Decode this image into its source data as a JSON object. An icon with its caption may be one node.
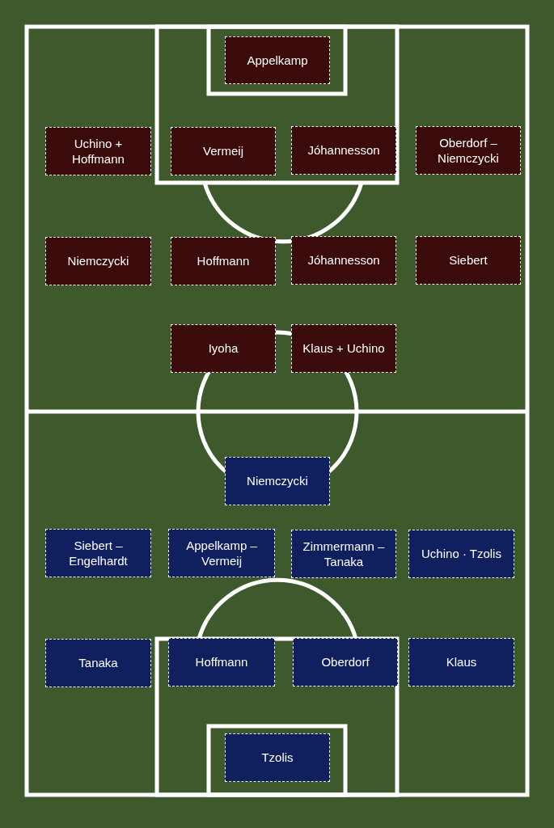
{
  "diagram": {
    "nodes": [
      {
        "text": [
          "Appelkamp"
        ]
      },
      {
        "text": [
          "Uchino + Hoffmann"
        ]
      },
      {
        "text": [
          "Vermeij"
        ]
      },
      {
        "text": [
          "Jóhannesson"
        ]
      },
      {
        "text": [
          "Oberdorf – Niemczycki"
        ]
      },
      {
        "text": [
          "Niemczycki"
        ]
      },
      {
        "text": [
          "Hoffmann"
        ]
      },
      {
        "text": [
          "Jóhannesson"
        ]
      },
      {
        "text": [
          "Siebert"
        ]
      },
      {
        "text": [
          "Iyoha"
        ]
      },
      {
        "text": [
          "Klaus + Uchino"
        ]
      },
      {
        "text": [
          "Niemczycki"
        ]
      },
      {
        "text": [
          "Siebert – Engelhardt"
        ]
      },
      {
        "text": [
          "Appelkamp – Vermeij"
        ]
      },
      {
        "text": [
          "Zimmermann – Tanaka"
        ]
      },
      {
        "text": [
          "Uchino · Tzolis"
        ]
      },
      {
        "text": [
          "Tanaka"
        ]
      },
      {
        "text": [
          "Hoffmann"
        ]
      },
      {
        "text": [
          "Oberdorf"
        ]
      },
      {
        "text": [
          "Klaus"
        ]
      },
      {
        "text": [
          "Tzolis"
        ]
      }
    ]
  }
}
